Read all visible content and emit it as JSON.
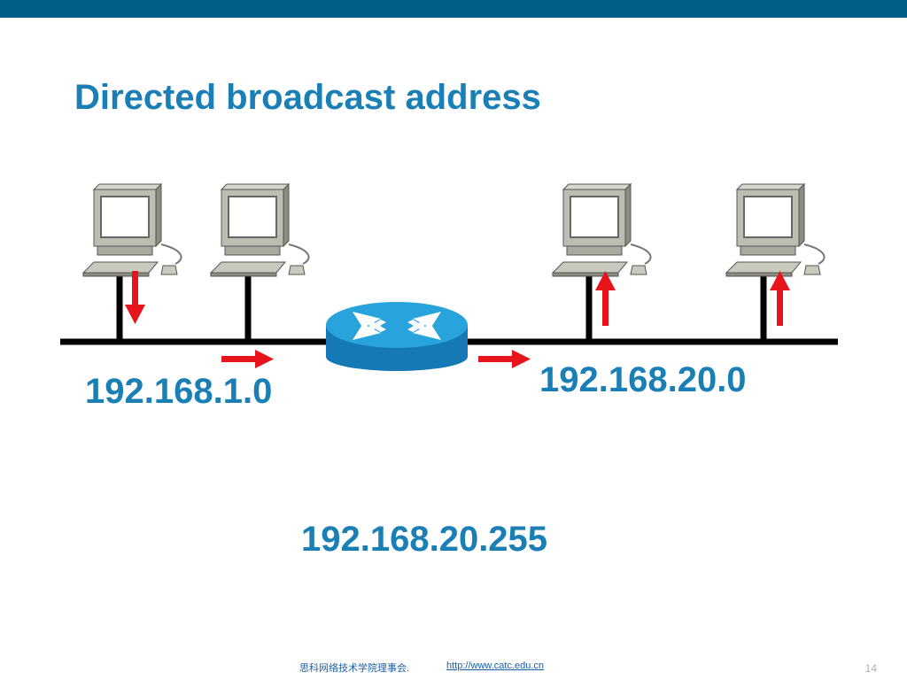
{
  "slide": {
    "title": "Directed broadcast address",
    "networks": {
      "left": "192.168.1.0",
      "right": "192.168.20.0"
    },
    "broadcast_address": "192.168.20.255",
    "footer": {
      "organization": "思科网络技术学院理事会.",
      "url": "http://www.catc.edu.cn"
    },
    "page_number": "14"
  },
  "colors": {
    "header_bar": "#005f87",
    "accent_text": "#1a7fb5",
    "arrow": "#e8141c",
    "router": "#1a8fc6"
  },
  "icons": [
    "computer-icon",
    "router-icon",
    "arrow-right-icon",
    "arrow-up-icon",
    "arrow-down-icon"
  ]
}
